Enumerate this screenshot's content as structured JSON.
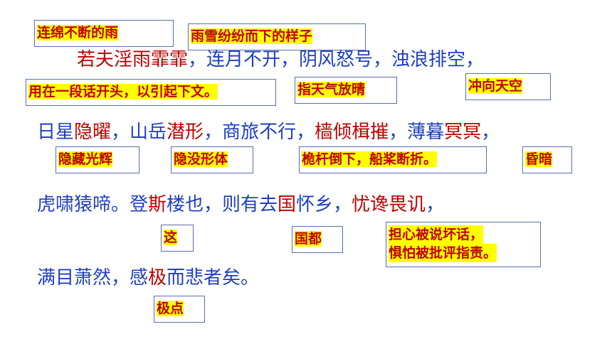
{
  "colors": {
    "text": "#1f3fc0",
    "highlight": "#c00000",
    "note_bg": "#ffff00",
    "note_text": "#c00000"
  },
  "lines": [
    {
      "segments": [
        {
          "text": "若夫淫雨霏霏",
          "hl": true
        },
        {
          "text": "，连月不开，阴风怒号，浊浪排空，",
          "hl": false
        }
      ]
    },
    {
      "segments": [
        {
          "text": "日星",
          "hl": false
        },
        {
          "text": "隐曜",
          "hl": true
        },
        {
          "text": "，山岳",
          "hl": false
        },
        {
          "text": "潜形",
          "hl": true
        },
        {
          "text": "，商旅不行，",
          "hl": false
        },
        {
          "text": "樯倾楫摧",
          "hl": true
        },
        {
          "text": "，薄暮",
          "hl": false
        },
        {
          "text": "冥冥",
          "hl": true
        },
        {
          "text": "，",
          "hl": false
        }
      ]
    },
    {
      "segments": [
        {
          "text": "虎啸猿啼。登",
          "hl": false
        },
        {
          "text": "斯",
          "hl": true
        },
        {
          "text": "楼也，则有去",
          "hl": false
        },
        {
          "text": "国",
          "hl": true
        },
        {
          "text": "怀乡，",
          "hl": false
        },
        {
          "text": "忧谗畏讥",
          "hl": true
        },
        {
          "text": "，",
          "hl": false
        }
      ]
    },
    {
      "segments": [
        {
          "text": "满目萧然，感",
          "hl": false
        },
        {
          "text": "极",
          "hl": true
        },
        {
          "text": "而悲者矣。",
          "hl": false
        }
      ]
    }
  ],
  "notes": {
    "lianmian": "连绵不断的雨",
    "yuxue": "雨雪纷纷而下的样子",
    "ruofu": "用在一段话开头，以引起下文。",
    "kai": "指天气放晴",
    "paikong": "冲向天空",
    "yinyao": "隐藏光辉",
    "qianxing": "隐没形体",
    "qiangqing": "桅杆倒下，船桨断折。",
    "mingming": "昏暗",
    "si": "这",
    "guo": "国都",
    "youchan_1": "担心被说坏话，",
    "youchan_2": "惧怕被批评指责。",
    "ji": "极点"
  }
}
